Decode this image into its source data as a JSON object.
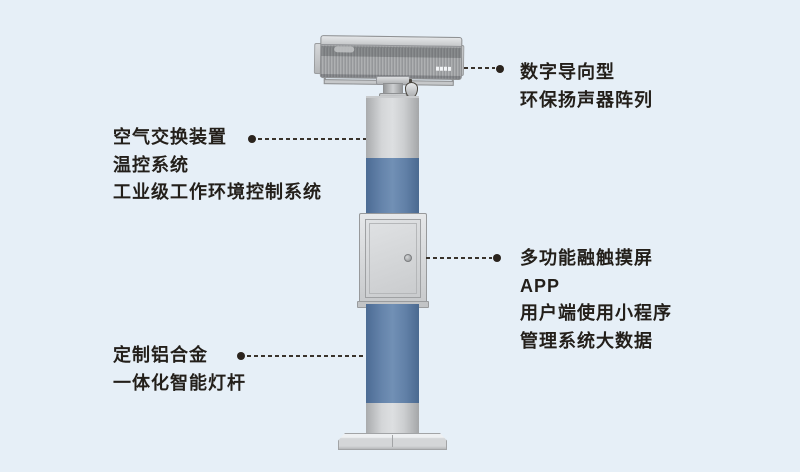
{
  "colors": {
    "background": "#e6eff7",
    "pole_blue": "#6282a9",
    "metal_gray": "#cdcfd1",
    "text": "#231f1a",
    "leader_line": "#39332c"
  },
  "annotations": {
    "speaker": {
      "lines": [
        "数字导向型",
        "环保扬声器阵列"
      ]
    },
    "environment": {
      "lines": [
        "空气交换装置",
        "温控系统",
        "工业级工作环境控制系统"
      ]
    },
    "touchscreen": {
      "lines": [
        "多功能融触摸屏",
        "APP",
        "用户端使用小程序",
        "管理系统大数据"
      ]
    },
    "pole": {
      "lines": [
        "定制铝合金",
        "一体化智能灯杆"
      ]
    }
  },
  "illustration": {
    "parts": [
      "speaker-array",
      "camera-sensor",
      "smart-pole",
      "control-cabinet",
      "pole-base"
    ]
  }
}
